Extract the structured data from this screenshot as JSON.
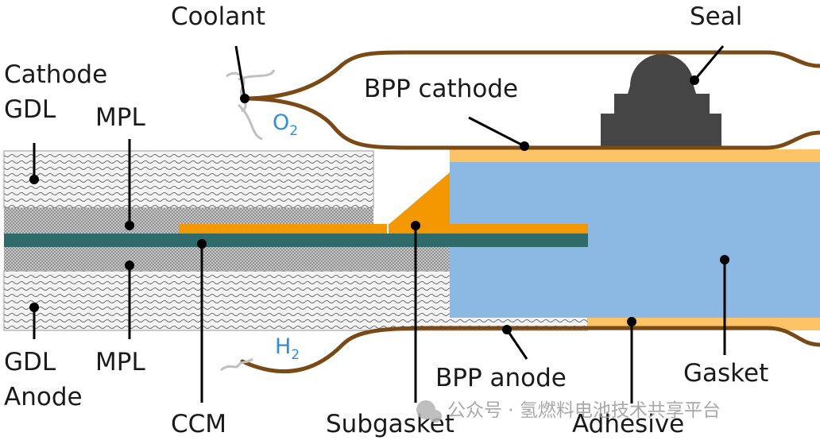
{
  "labels": {
    "coolant": "Coolant",
    "seal": "Seal",
    "cathode": "Cathode",
    "gdl_top": "GDL",
    "mpl_top": "MPL",
    "bpp_cathode": "BPP cathode",
    "o2_main": "O",
    "o2_sub": "2",
    "h2_main": "H",
    "h2_sub": "2",
    "gdl_bottom": "GDL",
    "anode": "Anode",
    "mpl_bottom": "MPL",
    "ccm": "CCM",
    "subgasket": "Subgasket",
    "bpp_anode": "BPP anode",
    "adhesive": "Adhesive",
    "gasket": "Gasket"
  },
  "watermark": "公众号 · 氢燃料电池技术共享平台",
  "colors": {
    "bpp_line": "#7a4a16",
    "gasket": "#8cb8e4",
    "adhesive": "#fcc467",
    "subgasket": "#f39800",
    "ccm": "#2f6b6b",
    "seal": "#454545",
    "gas_text": "#2f8fd8"
  }
}
